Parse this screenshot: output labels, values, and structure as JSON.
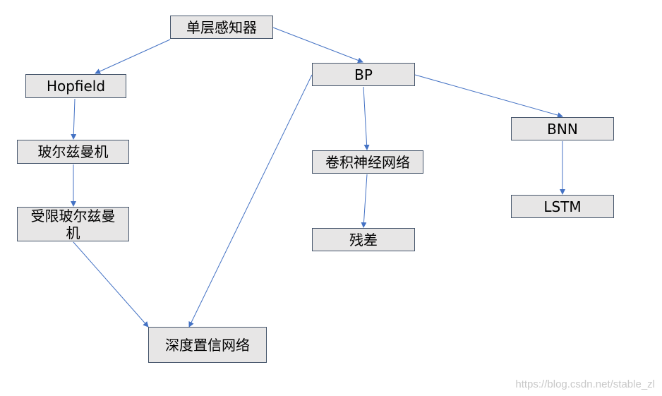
{
  "diagram": {
    "nodes": [
      {
        "id": "single-layer",
        "label": "单层感知器"
      },
      {
        "id": "hopfield",
        "label": "Hopfield"
      },
      {
        "id": "bp",
        "label": "BP"
      },
      {
        "id": "boltzmann",
        "label": "玻尔兹曼机"
      },
      {
        "id": "bnn",
        "label": "BNN"
      },
      {
        "id": "cnn",
        "label": "卷积神经网络"
      },
      {
        "id": "rbm",
        "label": "受限玻尔兹曼\n机"
      },
      {
        "id": "lstm",
        "label": "LSTM"
      },
      {
        "id": "residual",
        "label": "残差"
      },
      {
        "id": "dbn",
        "label": "深度置信网络"
      }
    ],
    "edges": [
      {
        "from": "single-layer",
        "to": "hopfield"
      },
      {
        "from": "single-layer",
        "to": "bp"
      },
      {
        "from": "hopfield",
        "to": "boltzmann"
      },
      {
        "from": "boltzmann",
        "to": "rbm"
      },
      {
        "from": "rbm",
        "to": "dbn"
      },
      {
        "from": "bp",
        "to": "dbn"
      },
      {
        "from": "bp",
        "to": "cnn"
      },
      {
        "from": "bp",
        "to": "bnn"
      },
      {
        "from": "cnn",
        "to": "residual"
      },
      {
        "from": "bnn",
        "to": "lstm"
      }
    ],
    "line_color": "#4472c4",
    "node_fill": "#e7e6e6"
  },
  "watermark": "https://blog.csdn.net/stable_zl"
}
